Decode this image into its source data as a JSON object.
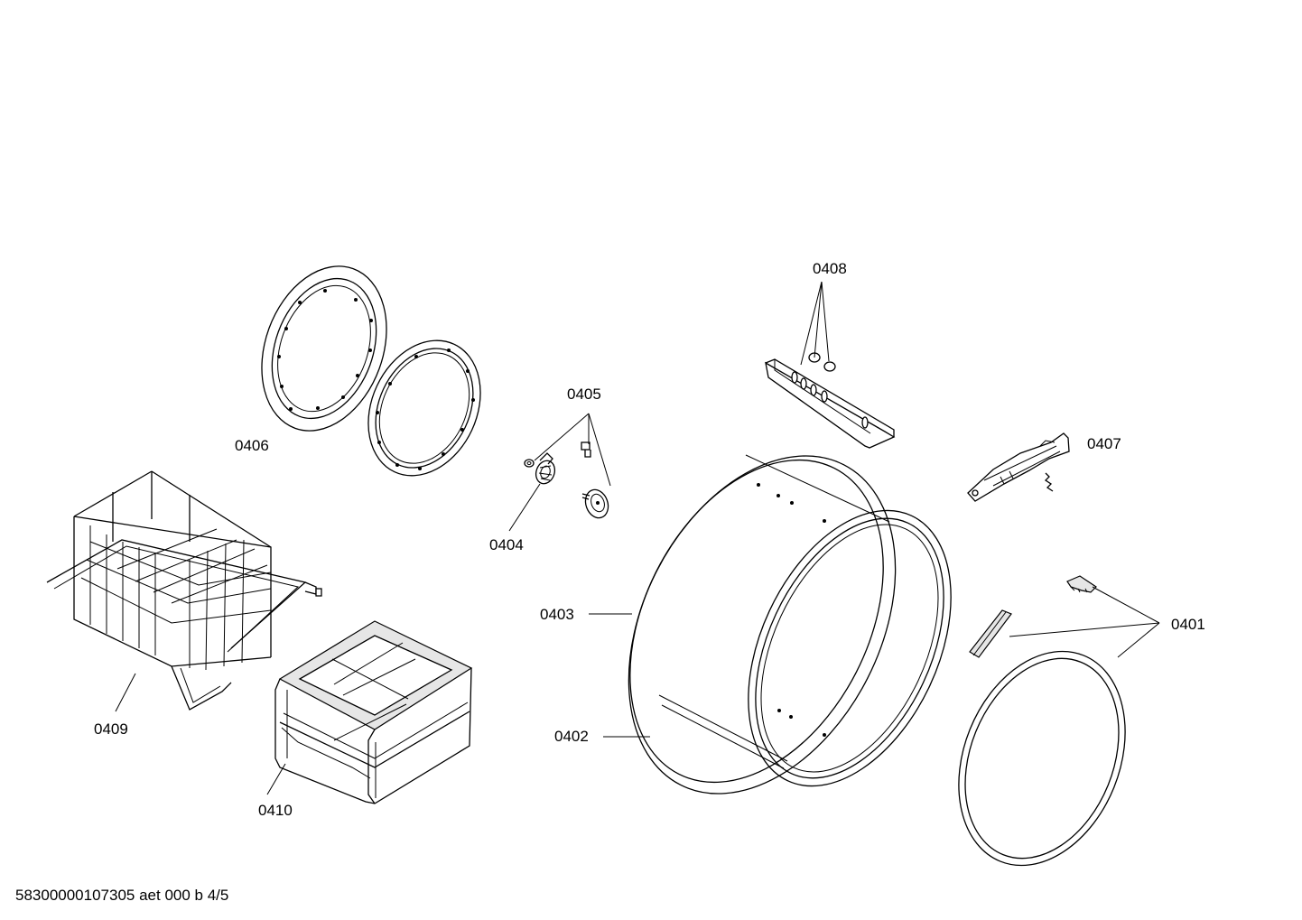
{
  "diagram": {
    "labels": {
      "p0401": "0401",
      "p0402": "0402",
      "p0403": "0403",
      "p0404": "0404",
      "p0405": "0405",
      "p0406": "0406",
      "p0407": "0407",
      "p0408": "0408",
      "p0409": "0409",
      "p0410": "0410"
    },
    "footer": "58300000107305 aet 000 b 4/5"
  }
}
